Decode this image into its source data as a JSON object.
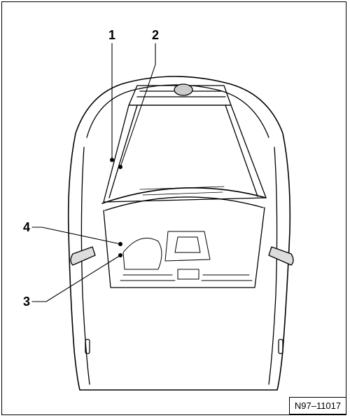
{
  "diagram": {
    "callouts": [
      {
        "label": "1"
      },
      {
        "label": "2"
      },
      {
        "label": "3"
      },
      {
        "label": "4"
      }
    ],
    "reference_code": "N97–11017"
  },
  "colors": {
    "line": "#000000",
    "background": "#ffffff"
  }
}
